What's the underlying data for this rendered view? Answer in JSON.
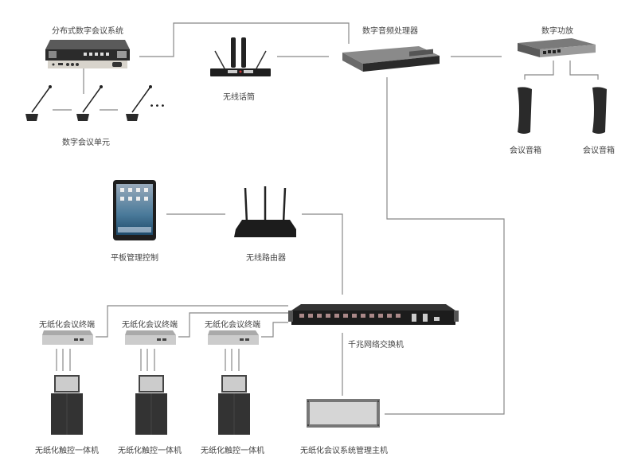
{
  "labels": {
    "conference_system": "分布式数字会议系统",
    "wireless_mic": "无线话筒",
    "audio_processor": "数字音频处理器",
    "power_amp": "数字功放",
    "conference_units": "数字会议单元",
    "speaker_left": "会议音箱",
    "speaker_right": "会议音箱",
    "tablet": "平板管理控制",
    "router": "无线路由器",
    "terminal_1": "无纸化会议终端",
    "terminal_2": "无纸化会议终端",
    "terminal_3": "无纸化会议终端",
    "switch": "千兆网络交换机",
    "touch_1": "无纸化触控一体机",
    "touch_2": "无纸化触控一体机",
    "touch_3": "无纸化触控一体机",
    "mgmt_host": "无纸化会议系统管理主机",
    "ellipsis": "•••"
  }
}
